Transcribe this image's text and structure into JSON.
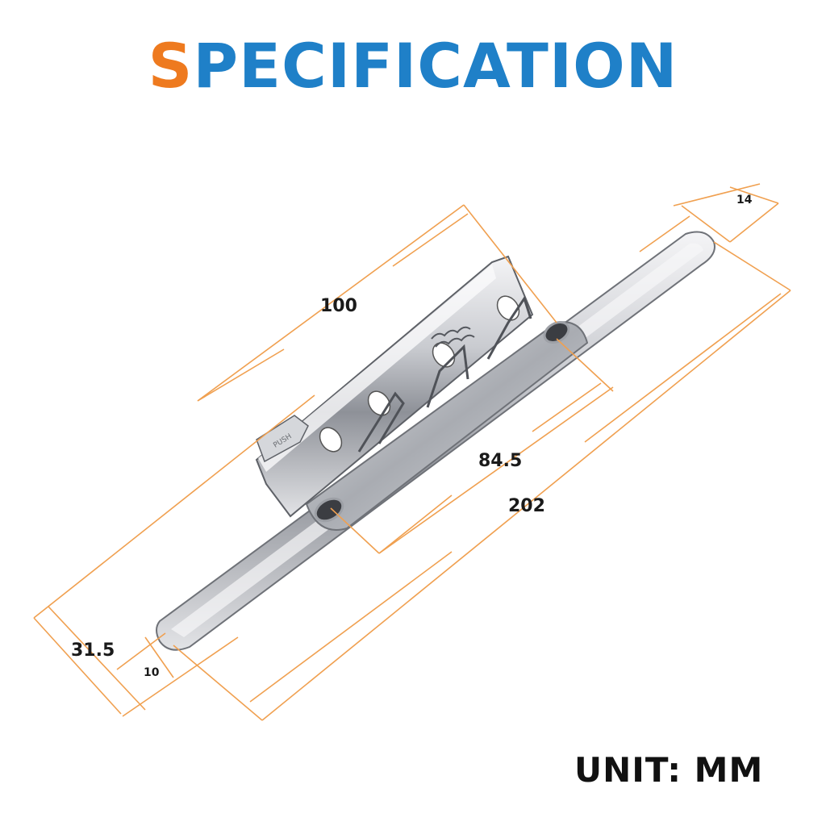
{
  "title": {
    "first_letter": "S",
    "rest": "PECIFICATION"
  },
  "colors": {
    "accent_orange": "#ee7a1f",
    "accent_blue": "#1f80c8",
    "dimension_line": "#f0a050"
  },
  "product": {
    "name": "lever arch file clip mechanism",
    "embossed_text": "PUSH"
  },
  "dimensions": {
    "body_length": "100",
    "base_length": "84.5",
    "total_length": "202",
    "width": "31.5",
    "lever_width_small": "10",
    "lever_width_large": "14"
  },
  "unit": "UNIT: MM"
}
